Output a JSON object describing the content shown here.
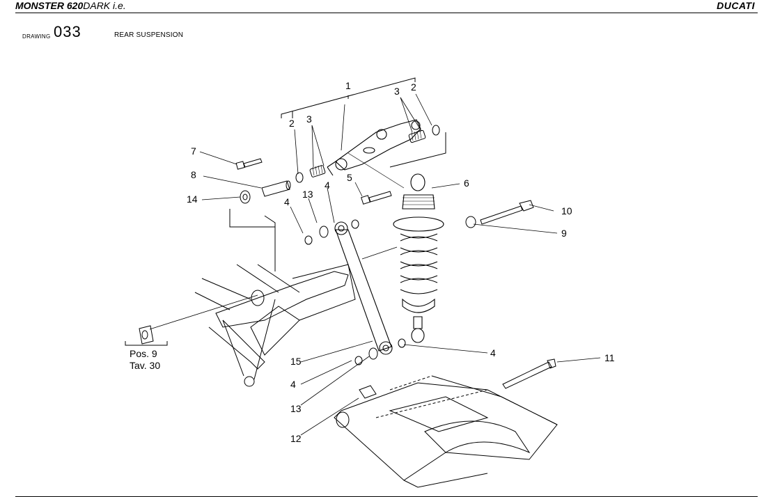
{
  "header": {
    "model_bold": "MONSTER 620",
    "model_rest": "DARK i.e.",
    "brand": "DUCATI"
  },
  "drawing": {
    "label": "DRAWING",
    "number": "033",
    "title": "REAR SUSPENSION"
  },
  "callouts": {
    "c1": "1",
    "c2a": "2",
    "c2b": "2",
    "c3a": "3",
    "c3b": "3",
    "c4a": "4",
    "c4b": "4",
    "c4c": "4",
    "c4d": "4",
    "c5": "5",
    "c6": "6",
    "c7": "7",
    "c8": "8",
    "c9": "9",
    "c10": "10",
    "c11": "11",
    "c12": "12",
    "c13a": "13",
    "c13b": "13",
    "c14": "14",
    "c15": "15"
  },
  "reference": {
    "pos": "Pos. 9",
    "tav": "Tav. 30"
  }
}
